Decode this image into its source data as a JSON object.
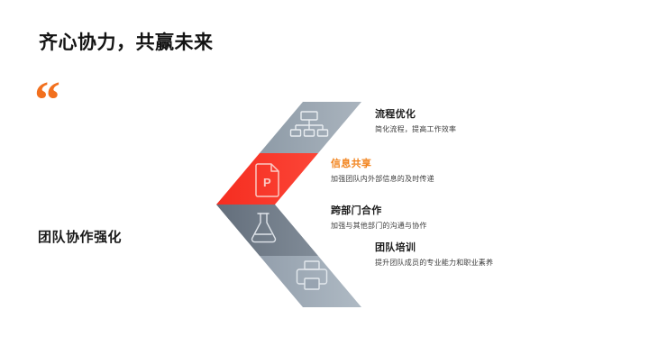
{
  "slide": {
    "title": "齐心协力，共赢未来",
    "quote_glyph": "“",
    "left_caption": "团队协作强化",
    "background_color": "#ffffff",
    "accent_color": "#f2841e",
    "quote_color": "#f2701e",
    "highlight_color": "#f43024"
  },
  "chevron": {
    "bands": [
      {
        "id": "band-1",
        "icon": "org-chart-icon",
        "fill": "#93a0ac",
        "fill_end": "#a8b3bd"
      },
      {
        "id": "band-2",
        "icon": "file-presentation-icon",
        "icon_letter": "P",
        "fill": "#f43024",
        "fill_end": "#fb4030"
      },
      {
        "id": "band-3",
        "icon": "flask-icon",
        "fill": "#68727f",
        "fill_end": "#7d8894"
      },
      {
        "id": "band-4",
        "icon": "printer-icon",
        "fill": "#98a4b1",
        "fill_end": "#aab5c0"
      }
    ]
  },
  "items": [
    {
      "title": "流程优化",
      "desc": "简化流程，提高工作效率",
      "accent": false
    },
    {
      "title": "信息共享",
      "desc": "加强团队内外部信息的及时传递",
      "accent": true
    },
    {
      "title": "跨部门合作",
      "desc": "加强与其他部门的沟通与协作",
      "accent": false
    },
    {
      "title": "团队培训",
      "desc": "提升团队成员的专业能力和职业素养",
      "accent": false
    }
  ]
}
